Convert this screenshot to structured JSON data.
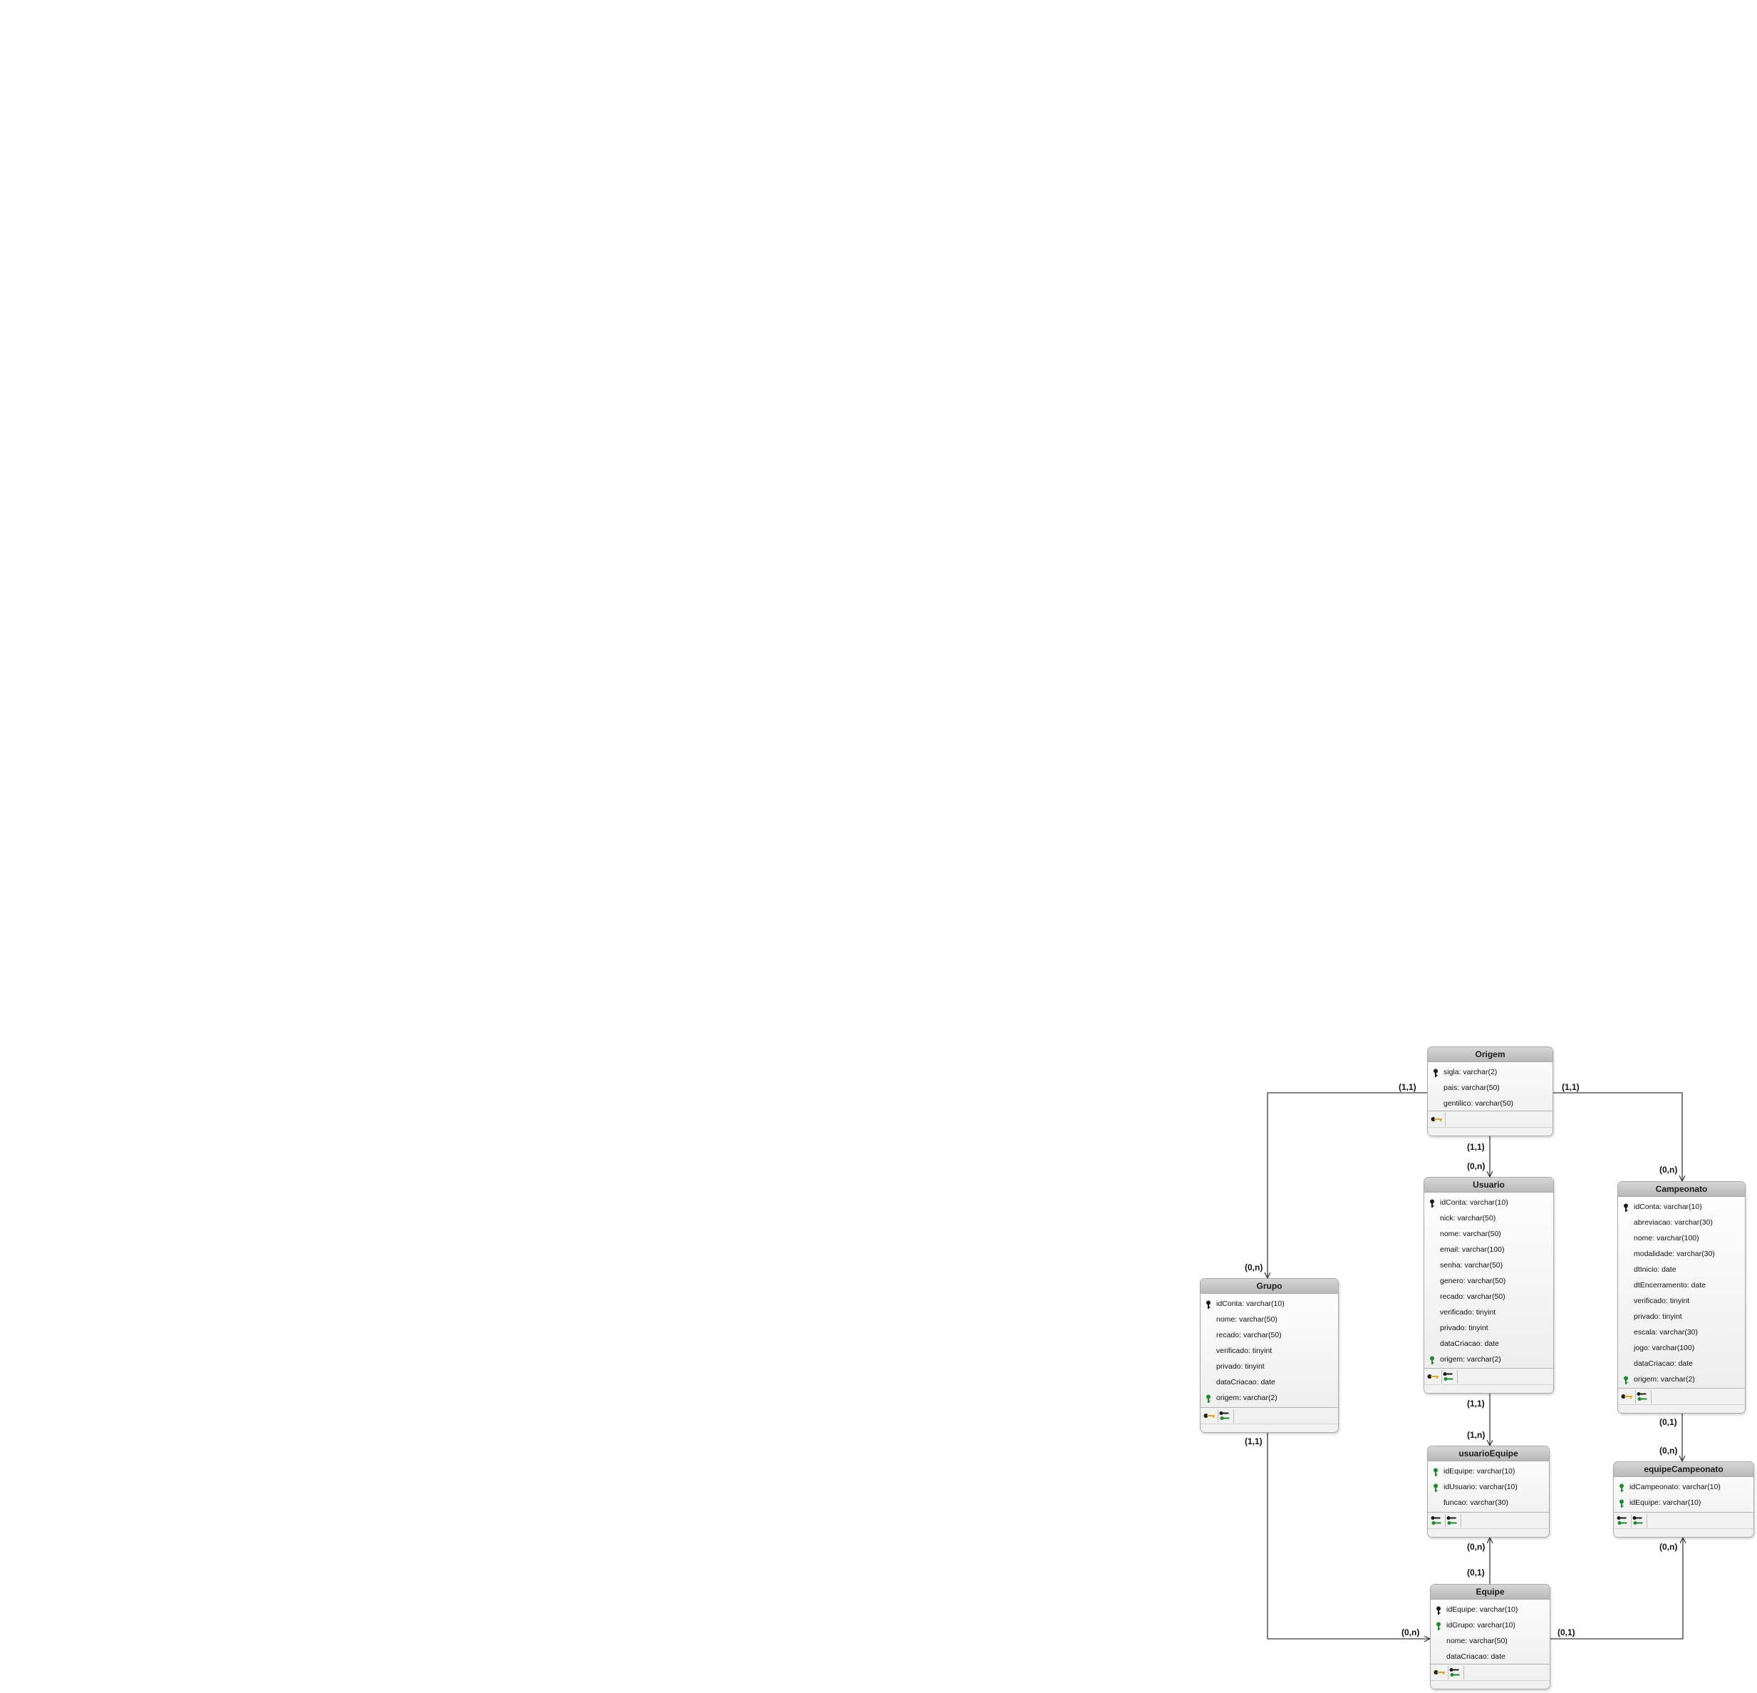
{
  "entities": {
    "origem": {
      "title": "Origem",
      "attrs": [
        {
          "text": "sigla: varchar(2)",
          "key": "pk"
        },
        {
          "text": "pais: varchar(50)",
          "key": "none"
        },
        {
          "text": "gentilico: varchar(50)",
          "key": "none"
        }
      ],
      "footer": [
        "pk"
      ]
    },
    "usuario": {
      "title": "Usuario",
      "attrs": [
        {
          "text": "idConta: varchar(10)",
          "key": "pk"
        },
        {
          "text": "nick: varchar(50)",
          "key": "none"
        },
        {
          "text": "nome: varchar(50)",
          "key": "none"
        },
        {
          "text": "email: varchar(100)",
          "key": "none"
        },
        {
          "text": "senha: varchar(50)",
          "key": "none"
        },
        {
          "text": "genero: varchar(50)",
          "key": "none"
        },
        {
          "text": "recado: varchar(50)",
          "key": "none"
        },
        {
          "text": "verificado: tinyint",
          "key": "none"
        },
        {
          "text": "privado: tinyint",
          "key": "none"
        },
        {
          "text": "dataCriacao: date",
          "key": "none"
        },
        {
          "text": "origem: varchar(2)",
          "key": "fk"
        }
      ],
      "footer": [
        "pk",
        "fk"
      ]
    },
    "campeonato": {
      "title": "Campeonato",
      "attrs": [
        {
          "text": "idConta: varchar(10)",
          "key": "pk"
        },
        {
          "text": "abreviacao: varchar(30)",
          "key": "none"
        },
        {
          "text": "nome: varchar(100)",
          "key": "none"
        },
        {
          "text": "modalidade: varchar(30)",
          "key": "none"
        },
        {
          "text": "dtInicio: date",
          "key": "none"
        },
        {
          "text": "dtEncerramento: date",
          "key": "none"
        },
        {
          "text": "verificado: tinyint",
          "key": "none"
        },
        {
          "text": "privado: tinyint",
          "key": "none"
        },
        {
          "text": "escala: varchar(30)",
          "key": "none"
        },
        {
          "text": "jogo: varchar(100)",
          "key": "none"
        },
        {
          "text": "dataCriacao: date",
          "key": "none"
        },
        {
          "text": "origem: varchar(2)",
          "key": "fk"
        }
      ],
      "footer": [
        "pk",
        "fk"
      ]
    },
    "grupo": {
      "title": "Grupo",
      "attrs": [
        {
          "text": "idConta: varchar(10)",
          "key": "pk"
        },
        {
          "text": "nome: varchar(50)",
          "key": "none"
        },
        {
          "text": "recado: varchar(50)",
          "key": "none"
        },
        {
          "text": "verificado: tinyint",
          "key": "none"
        },
        {
          "text": "privado: tinyint",
          "key": "none"
        },
        {
          "text": "dataCriacao: date",
          "key": "none"
        },
        {
          "text": "origem: varchar(2)",
          "key": "fk"
        }
      ],
      "footer": [
        "pk",
        "fk"
      ]
    },
    "usuarioEquipe": {
      "title": "usuarioEquipe",
      "attrs": [
        {
          "text": "idEquipe: varchar(10)",
          "key": "fk"
        },
        {
          "text": "idUsuario: varchar(10)",
          "key": "fk"
        },
        {
          "text": "funcao: varchar(30)",
          "key": "none"
        }
      ],
      "footer": [
        "fk",
        "fk"
      ]
    },
    "equipeCampeonato": {
      "title": "equipeCampeonato",
      "attrs": [
        {
          "text": "idCampeonato: varchar(10)",
          "key": "fk"
        },
        {
          "text": "idEquipe: varchar(10)",
          "key": "fk"
        }
      ],
      "footer": [
        "fk",
        "fk"
      ]
    },
    "equipe": {
      "title": "Equipe",
      "attrs": [
        {
          "text": "idEquipe: varchar(10)",
          "key": "pk"
        },
        {
          "text": "idGrupo: varchar(10)",
          "key": "fk"
        },
        {
          "text": "nome: varchar(50)",
          "key": "none"
        },
        {
          "text": "dataCriacao: date",
          "key": "none"
        }
      ],
      "footer": [
        "pk",
        "fk"
      ]
    }
  },
  "cardinalities": {
    "origem_grupo_left": "(1,1)",
    "origem_campeonato_right": "(1,1)",
    "origem_usuario_top": "(1,1)",
    "origem_usuario_bottom": "(0,n)",
    "campeonato_top": "(0,n)",
    "grupo_top": "(0,n)",
    "usuario_usuarioEquipe_top": "(1,1)",
    "usuario_usuarioEquipe_bottom": "(1,n)",
    "campeonato_equipeCampeonato_top": "(0,1)",
    "campeonato_equipeCampeonato_bottom": "(0,n)",
    "grupo_bottom": "(1,1)",
    "usuarioEquipe_bottom": "(0,n)",
    "equipe_top": "(0,1)",
    "equipeCampeonato_bottom": "(0,n)",
    "equipe_left": "(0,n)",
    "equipe_right": "(0,1)"
  }
}
